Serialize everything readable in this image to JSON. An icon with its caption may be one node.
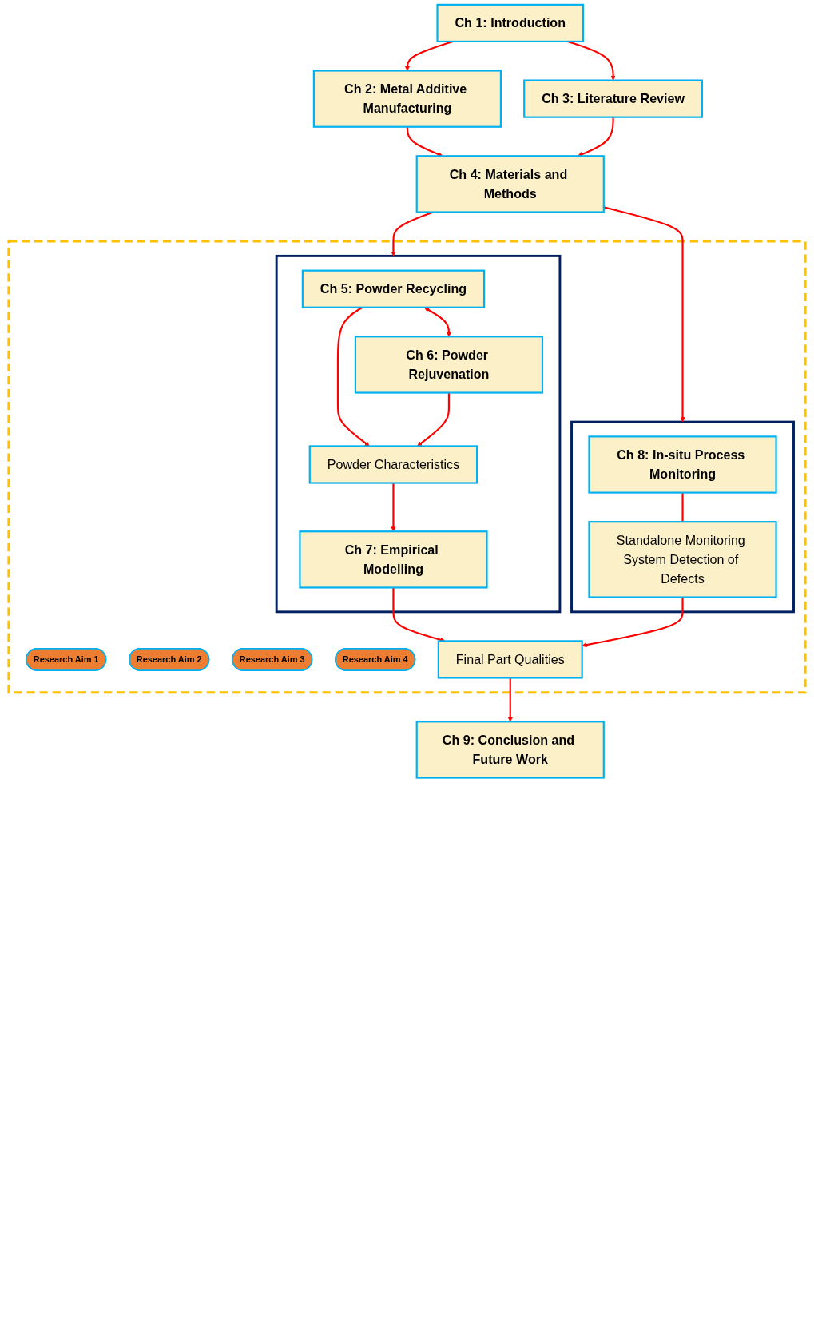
{
  "diagram": {
    "nodes": [
      {
        "text": [
          "Ch 1: Introduction"
        ]
      },
      {
        "text": [
          "Ch 2: Metal Additive Manufacturing"
        ]
      },
      {
        "text": [
          "Ch 3: Literature Review"
        ]
      },
      {
        "text": [
          "Ch 4: Materials and Methods"
        ]
      },
      {
        "text": [],
        "shape": "box"
      },
      {
        "text": [],
        "shape": "box",
        "in": 4
      },
      {
        "text": [
          "Ch 5: Powder Recycling"
        ],
        "in": 5
      },
      {
        "text": [
          "Ch 6: Powder Rejuvenation"
        ],
        "in": 5
      },
      {
        "text": [
          "Research Aim 1"
        ],
        "in": 4
      },
      {
        "text": [
          "Research Aim 2"
        ],
        "in": 4
      },
      {
        "text": [
          "Powder Characteristics"
        ],
        "in": 5
      },
      {
        "text": [
          "Ch 7: Empirical Modelling"
        ],
        "in": 5
      },
      {
        "text": [
          "Research Aim 3"
        ],
        "in": 4
      },
      {
        "text": [],
        "shape": "box",
        "in": 4
      },
      {
        "text": [
          "Ch 8: In-situ Process Monitoring"
        ],
        "in": 13
      },
      {
        "text": [
          "Research Aim 4"
        ],
        "in": 4
      },
      {
        "text": [
          "Standalone Monitoring System Detection of Defects"
        ],
        "in": 13
      },
      {
        "text": [
          "Final Part Qualities"
        ],
        "in": 4
      },
      {
        "text": [
          "Ch 9: Conclusion and Future Work"
        ]
      }
    ],
    "edges": [
      {
        "from": 0,
        "to": 1,
        "arrow": "to"
      },
      {
        "from": 0,
        "to": 2,
        "arrow": "to"
      },
      {
        "from": 1,
        "to": 3,
        "arrow": "to"
      },
      {
        "from": 2,
        "to": 3,
        "arrow": "to"
      },
      {
        "from": 3,
        "to": 5,
        "arrow": "to"
      },
      {
        "from": 3,
        "to": 13,
        "arrow": "to"
      },
      {
        "from": 6,
        "to": 7,
        "arrow": "both"
      },
      {
        "from": 6,
        "to": 10,
        "arrow": "to"
      },
      {
        "from": 7,
        "to": 10,
        "arrow": "to"
      },
      {
        "from": 10,
        "to": 11,
        "arrow": "to"
      },
      {
        "from": 11,
        "to": 17,
        "arrow": "to"
      },
      {
        "from": 14,
        "to": 16,
        "arrow": "none"
      },
      {
        "from": 16,
        "to": 17,
        "arrow": "to"
      },
      {
        "from": 17,
        "to": 18,
        "arrow": "to"
      }
    ]
  }
}
